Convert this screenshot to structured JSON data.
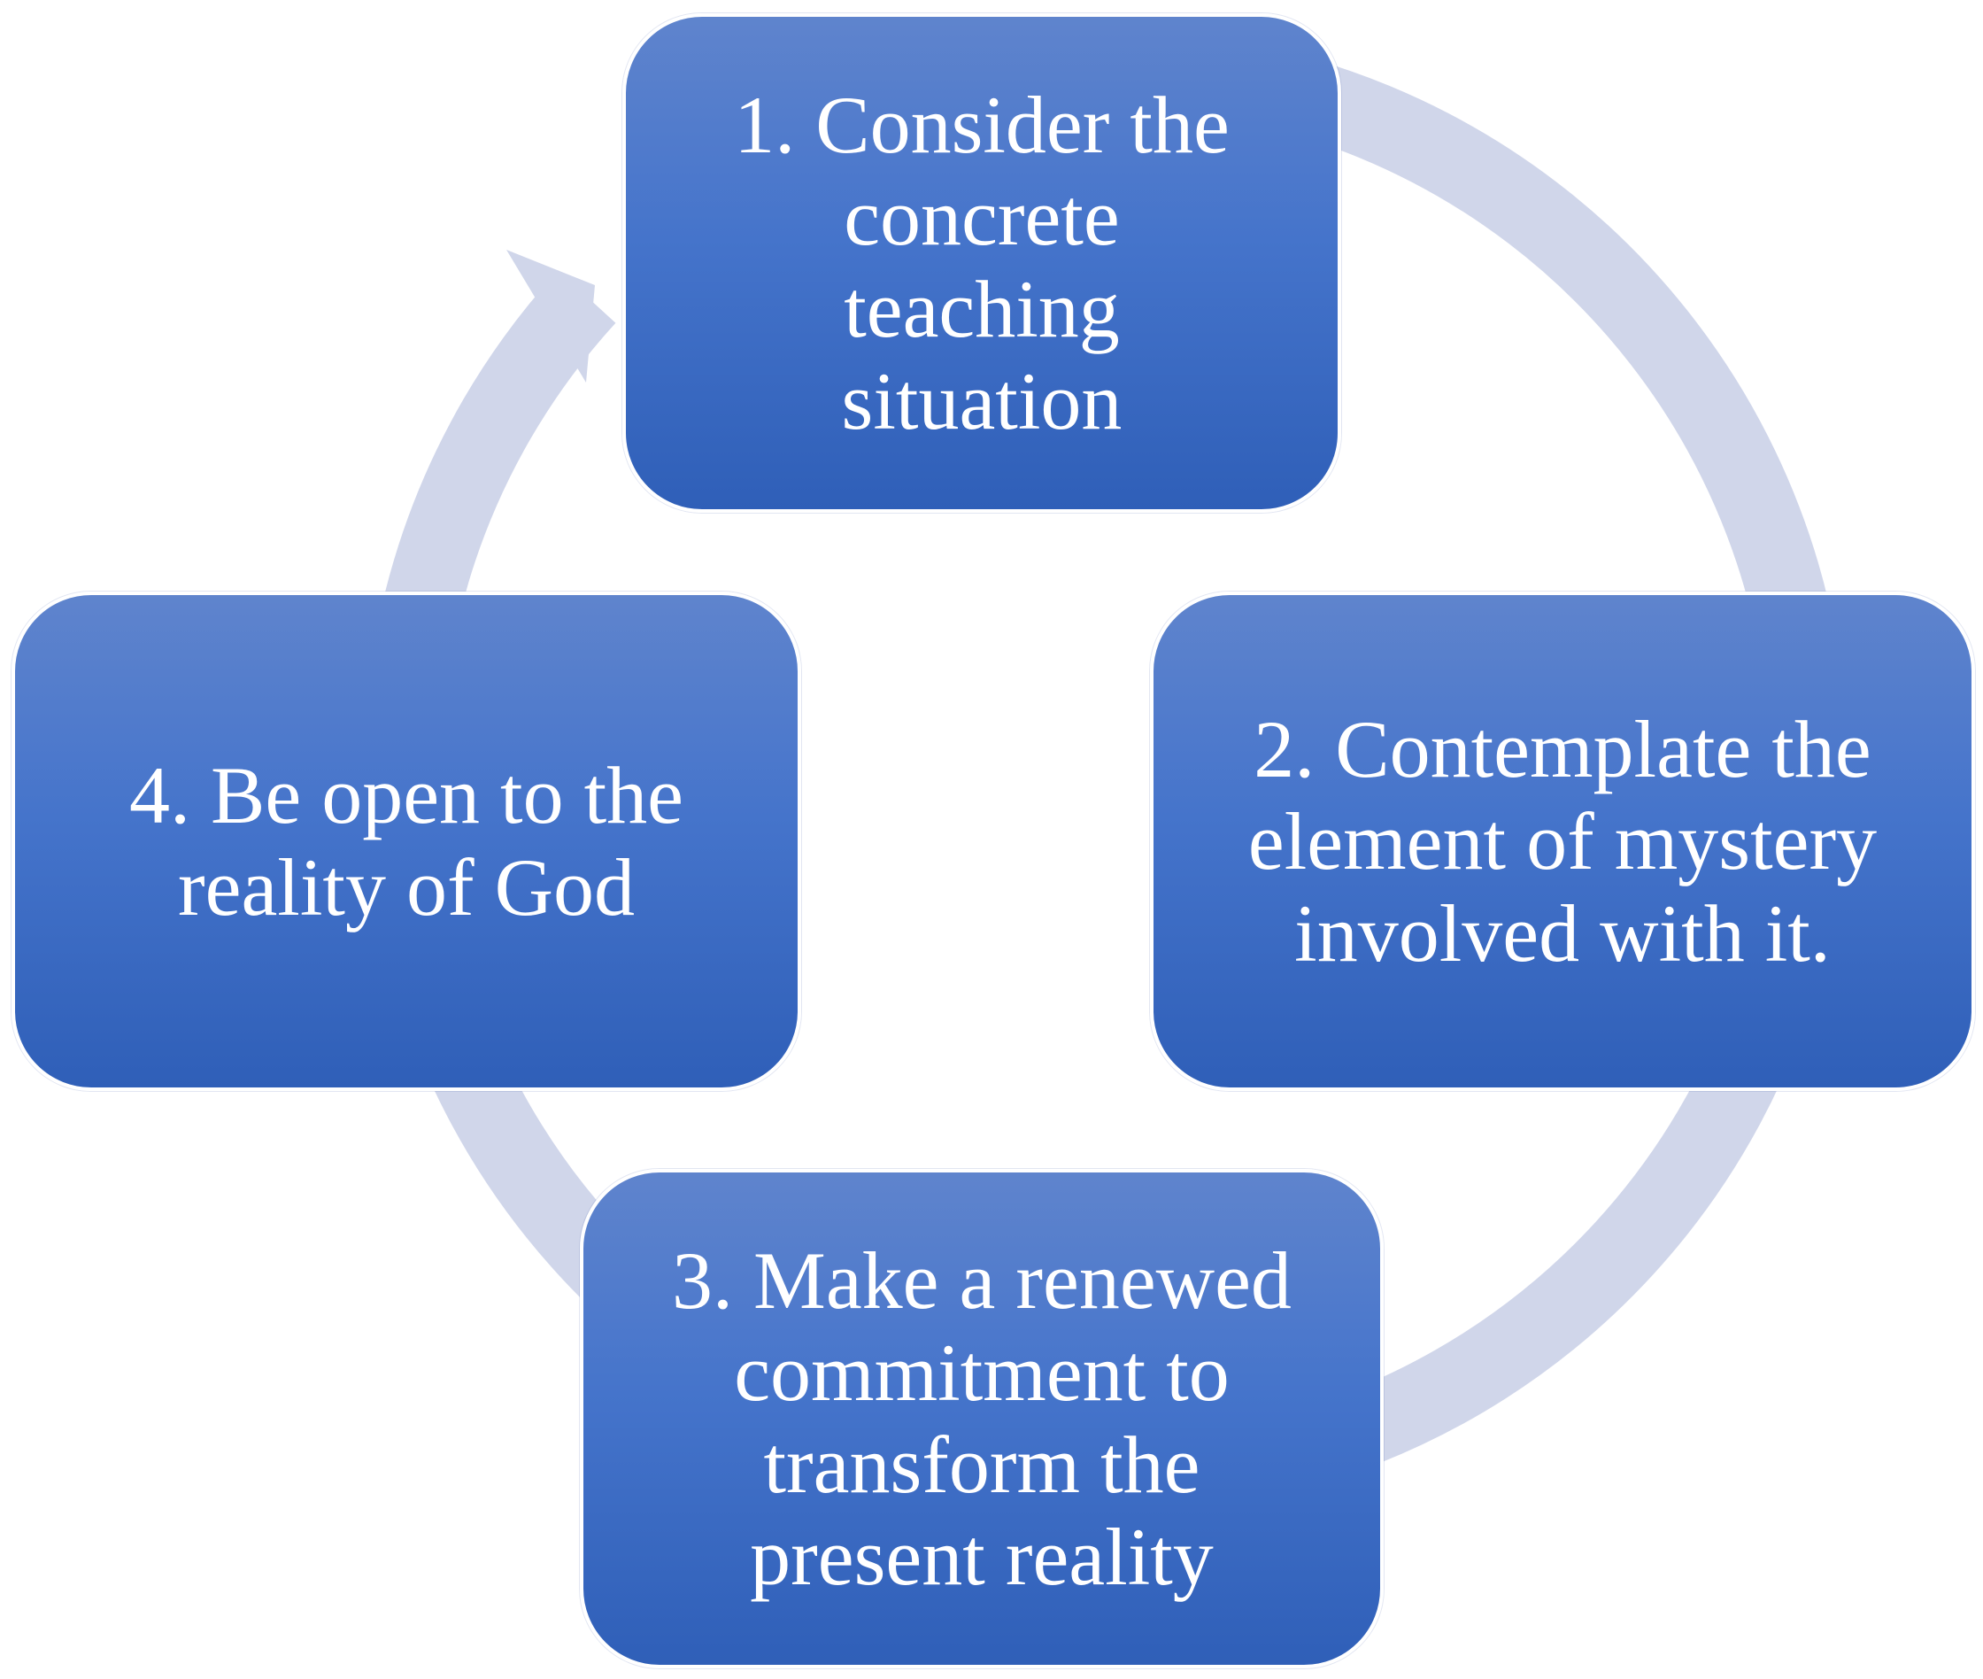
{
  "diagram": {
    "ring_color": "#d0d6ea",
    "box_color_top": "#5f84cd",
    "box_color_bottom": "#2f5fb8",
    "steps": [
      {
        "label": "1. Consider the\nconcrete\nteaching\nsituation"
      },
      {
        "label": "2. Contemplate the\nelement of mystery\ninvolved with it."
      },
      {
        "label": "3. Make a renewed\ncommitment to\ntransform the\npresent reality"
      },
      {
        "label": "4. Be open to the\nreality of God"
      }
    ]
  }
}
